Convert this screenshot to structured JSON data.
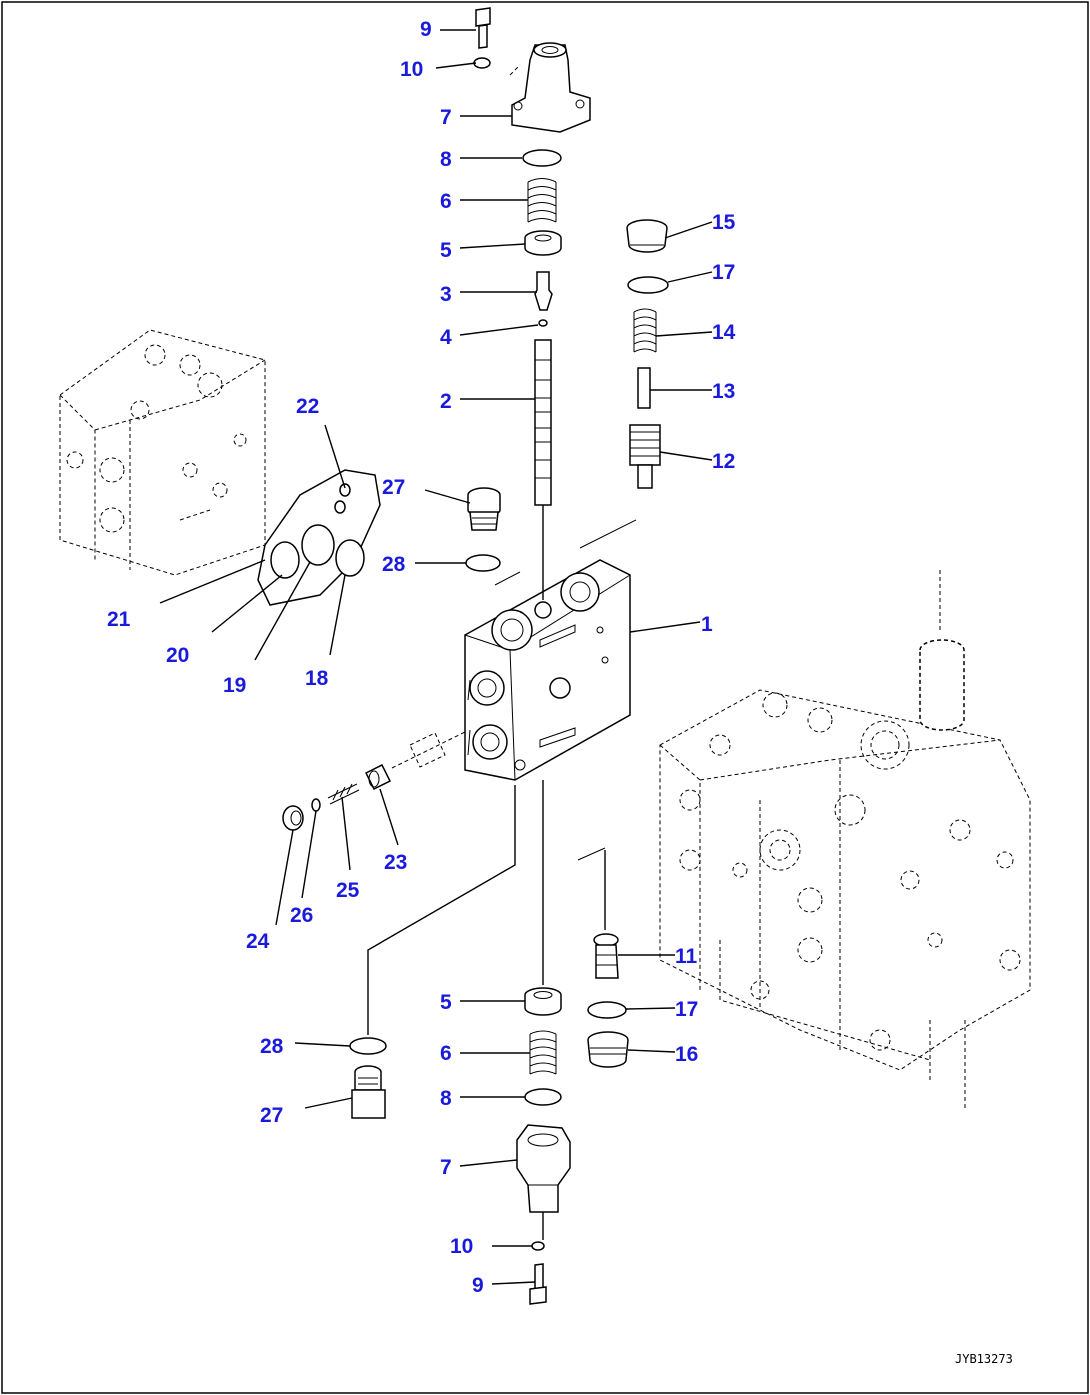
{
  "diagram": {
    "drawing_code": "JYB13273",
    "label_color": "#1a1adc",
    "callouts": [
      {
        "id": "c9a",
        "text": "9"
      },
      {
        "id": "c10a",
        "text": "10"
      },
      {
        "id": "c7a",
        "text": "7"
      },
      {
        "id": "c8a",
        "text": "8"
      },
      {
        "id": "c6a",
        "text": "6"
      },
      {
        "id": "c5a",
        "text": "5"
      },
      {
        "id": "c3",
        "text": "3"
      },
      {
        "id": "c4",
        "text": "4"
      },
      {
        "id": "c2",
        "text": "2"
      },
      {
        "id": "c15",
        "text": "15"
      },
      {
        "id": "c17a",
        "text": "17"
      },
      {
        "id": "c14",
        "text": "14"
      },
      {
        "id": "c13",
        "text": "13"
      },
      {
        "id": "c12",
        "text": "12"
      },
      {
        "id": "c22",
        "text": "22"
      },
      {
        "id": "c27a",
        "text": "27"
      },
      {
        "id": "c28a",
        "text": "28"
      },
      {
        "id": "c1",
        "text": "1"
      },
      {
        "id": "c21",
        "text": "21"
      },
      {
        "id": "c20",
        "text": "20"
      },
      {
        "id": "c19",
        "text": "19"
      },
      {
        "id": "c18",
        "text": "18"
      },
      {
        "id": "c23",
        "text": "23"
      },
      {
        "id": "c25",
        "text": "25"
      },
      {
        "id": "c26",
        "text": "26"
      },
      {
        "id": "c24",
        "text": "24"
      },
      {
        "id": "c11",
        "text": "11"
      },
      {
        "id": "c5b",
        "text": "5"
      },
      {
        "id": "c17b",
        "text": "17"
      },
      {
        "id": "c28b",
        "text": "28"
      },
      {
        "id": "c6b",
        "text": "6"
      },
      {
        "id": "c16",
        "text": "16"
      },
      {
        "id": "c8b",
        "text": "8"
      },
      {
        "id": "c27b",
        "text": "27"
      },
      {
        "id": "c7b",
        "text": "7"
      },
      {
        "id": "c10b",
        "text": "10"
      },
      {
        "id": "c9b",
        "text": "9"
      }
    ]
  }
}
